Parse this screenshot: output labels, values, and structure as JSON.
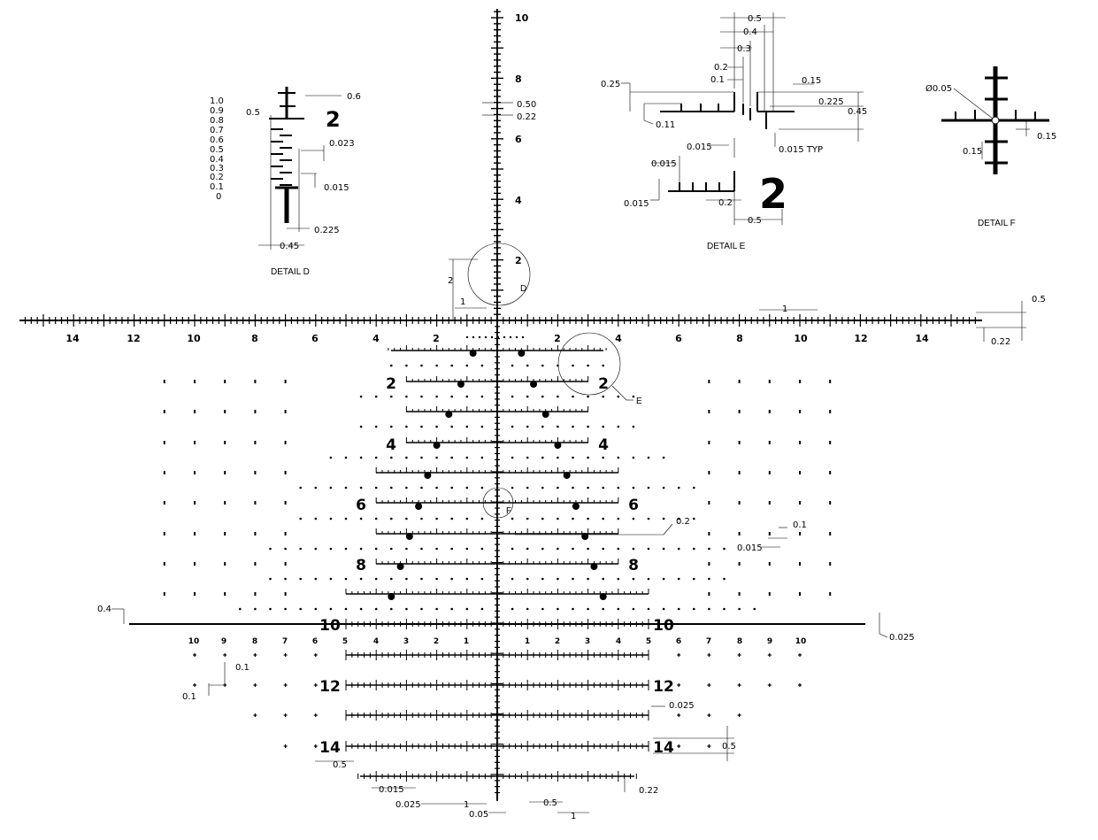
{
  "reticle": {
    "top_labels": [
      "10",
      "8",
      "6",
      "4",
      "2"
    ],
    "horizontal_labels": [
      "14",
      "12",
      "10",
      "8",
      "6",
      "4",
      "2",
      "2",
      "4",
      "6",
      "8",
      "10",
      "12",
      "14"
    ],
    "side_numbers": [
      "2",
      "4",
      "6",
      "8",
      "10",
      "12",
      "14"
    ],
    "bracket_scale_left": [
      "10",
      "9",
      "8",
      "7",
      "6",
      "5",
      "4",
      "3",
      "2",
      "1"
    ],
    "bracket_scale_right": [
      "1",
      "2",
      "3",
      "4",
      "5",
      "6",
      "7",
      "8",
      "9",
      "10"
    ],
    "callouts": {
      "circle_d": "D",
      "circle_e": "E",
      "circle_f": "F"
    },
    "dims": {
      "top_050": "0.50",
      "top_022": "0.22",
      "circle_2": "2",
      "circle_1": "1",
      "right_1": "1",
      "right_05": "0.5",
      "right_022": "0.22",
      "mid_02": "0.2",
      "mid_01": "0.1",
      "mid_0015": "0.015",
      "left_04": "0.4",
      "right_0025": "0.025",
      "low_01a": "0.1",
      "low_01b": "0.1",
      "low_0025": "0.025",
      "low_05": "0.5",
      "low_left_05": "0.5",
      "low_022": "0.22",
      "bot_0015": "0.015",
      "bot_0025": "0.025",
      "bot_1": "1",
      "bot_005": "0.05",
      "bot_05": "0.5",
      "bot_1b": "1"
    }
  },
  "detail_d": {
    "title": "DETAIL D",
    "scale": [
      "1.0",
      "0.9",
      "0.8",
      "0.7",
      "0.6",
      "0.5",
      "0.4",
      "0.3",
      "0.2",
      "0.1",
      "0"
    ],
    "number": "2",
    "dims": {
      "a": "0.5",
      "b": "0.6",
      "c": "0.023",
      "d": "0.015",
      "e": "0.225",
      "f": "0.45"
    }
  },
  "detail_e": {
    "title": "DETAIL E",
    "number": "2",
    "dims": {
      "d05": "0.5",
      "d04": "0.4",
      "d03": "0.3",
      "d02": "0.2",
      "d01": "0.1",
      "d015": "0.15",
      "d0225": "0.225",
      "d045": "0.45",
      "d025": "0.25",
      "d011": "0.11",
      "d0015": "0.015",
      "d0015typ": "0.015 TYP",
      "d0015b": "0.015",
      "d0015c": "0.015",
      "d02b": "0.2",
      "d05b": "0.5"
    }
  },
  "detail_f": {
    "title": "DETAIL F",
    "dims": {
      "dia": "Ø0.05",
      "d015a": "0.15",
      "d015b": "0.15"
    }
  }
}
